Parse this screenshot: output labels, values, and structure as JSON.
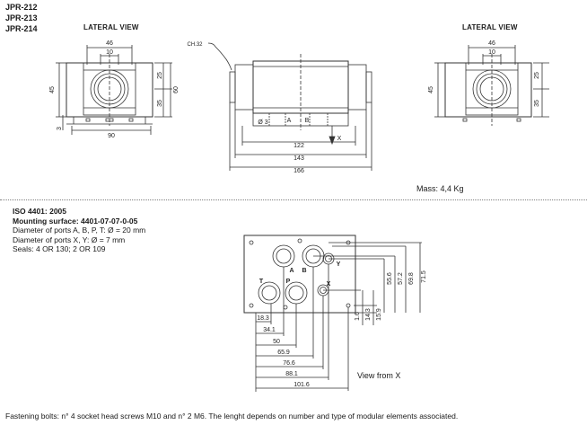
{
  "header": {
    "models": [
      "JPR-212",
      "JPR-213",
      "JPR-214"
    ],
    "lateral_view_left": "LATERAL VIEW",
    "lateral_view_right": "LATERAL VIEW"
  },
  "left_view": {
    "dims": [
      "46",
      "10",
      "45",
      "25",
      "60",
      "35",
      "3",
      "90"
    ]
  },
  "center_view": {
    "wrench": "CH.32",
    "ports": [
      "A",
      "B",
      "X"
    ],
    "port_diameter": "Ø 3",
    "dims": [
      "122",
      "143",
      "166"
    ]
  },
  "right_view": {
    "dims": [
      "46",
      "10",
      "45",
      "25",
      "35"
    ]
  },
  "mass": "Mass: 4,4 Kg",
  "specs": {
    "standard": "ISO 4401: 2005",
    "mounting": "Mounting surface: 4401-07-07-0-05",
    "lines": [
      "Diameter of ports A, B, P, T: Ø = 20 mm",
      "Diameter of ports  X, Y: Ø = 7 mm",
      "Seals: 4 OR 130; 2 OR 109"
    ]
  },
  "bottom_view": {
    "port_labels": [
      "A",
      "B",
      "T",
      "P",
      "Y",
      "X"
    ],
    "horizontal_dims": [
      "18.3",
      "34.1",
      "50",
      "65.9",
      "76.6",
      "88.1",
      "101.6"
    ],
    "vertical_dims": [
      "1.6",
      "14.3",
      "15.9",
      "55.6",
      "57.2",
      "69.8",
      "71.5"
    ],
    "caption": "View from X"
  },
  "footer": "Fastening bolts: n° 4 socket head screws M10 and n° 2 M6. The lenght depends on number and type of modular elements associated."
}
